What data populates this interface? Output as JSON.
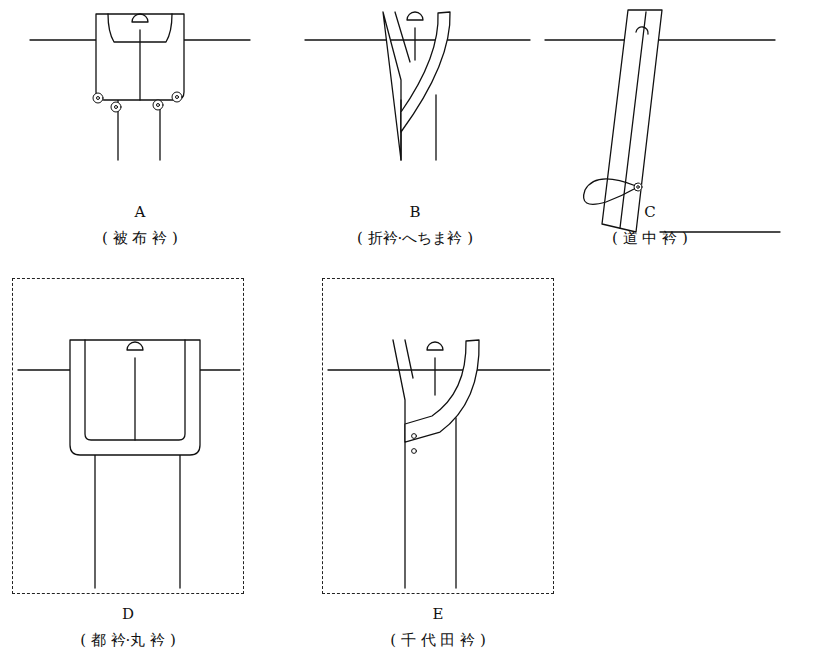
{
  "diagram": {
    "nodes": [
      {
        "text": [
          "D",
          "( 都 衿·丸 衿 )"
        ]
      },
      {
        "text": [
          "E",
          "( 千 代 田 衿 )"
        ]
      }
    ],
    "labels": [
      "A",
      "( 被 布 衿 )",
      "B",
      "( 折衿·へちま衿 )",
      "C",
      "( 道 中 衿 )"
    ]
  }
}
